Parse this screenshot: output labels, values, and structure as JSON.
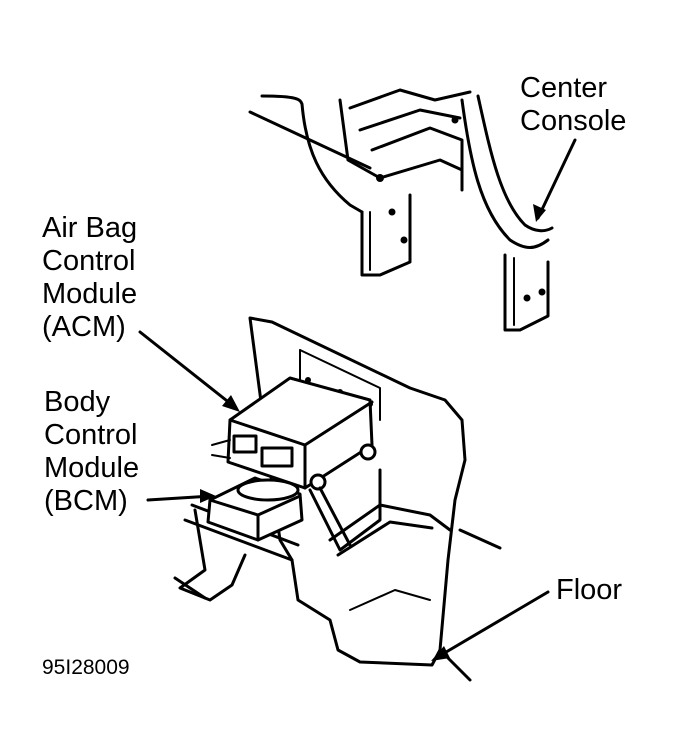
{
  "labels": {
    "center_console": [
      "Center",
      "Console"
    ],
    "acm": [
      "Air Bag",
      "Control",
      "Module",
      "(ACM)"
    ],
    "bcm": [
      "Body",
      "Control",
      "Module",
      "(BCM)"
    ],
    "floor": "Floor"
  },
  "figure_code": "95I28009"
}
